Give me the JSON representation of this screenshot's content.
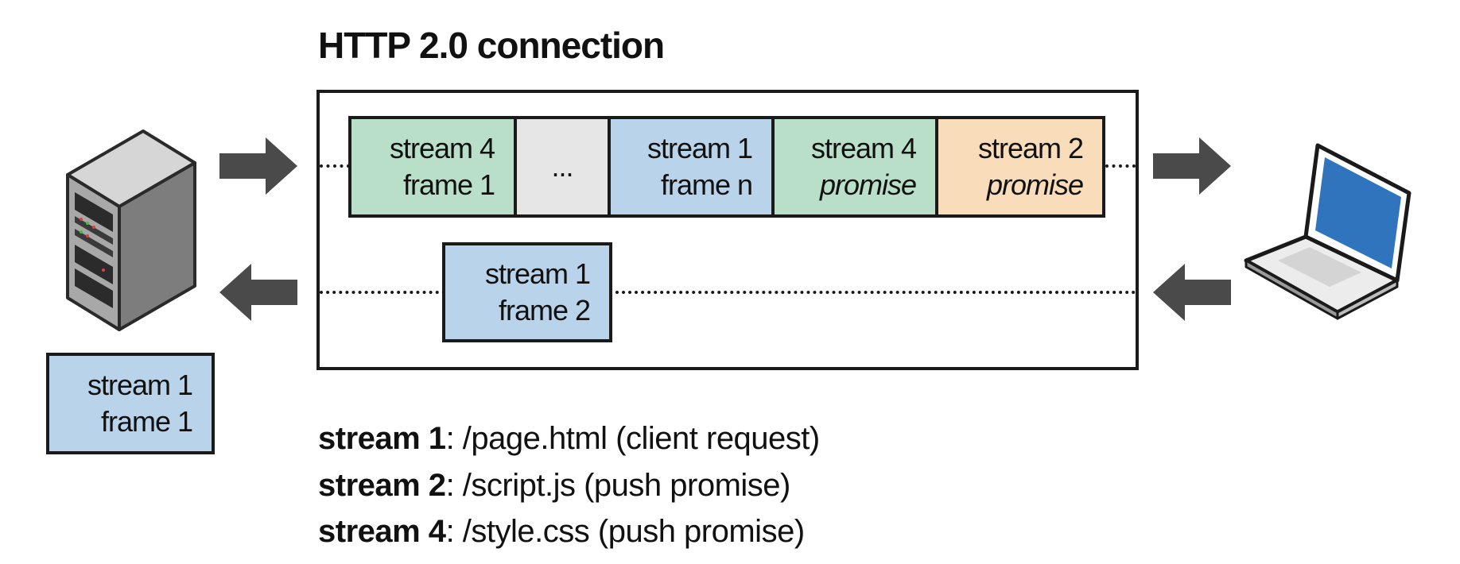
{
  "title": "HTTP 2.0 connection",
  "top_row": [
    {
      "line1": "stream 4",
      "line2": "frame 1",
      "italic2": false,
      "color": "#b9dfc8"
    },
    {
      "line1": "...",
      "line2": "",
      "italic2": false,
      "color": "#e6e6e6"
    },
    {
      "line1": "stream 1",
      "line2": "frame n",
      "italic2": false,
      "color": "#b9d3ea"
    },
    {
      "line1": "stream 4",
      "line2": "promise",
      "italic2": true,
      "color": "#b9dfc8"
    },
    {
      "line1": "stream 2",
      "line2": "promise",
      "italic2": true,
      "color": "#f9dcb9"
    }
  ],
  "bottom_row": {
    "line1": "stream 1",
    "line2": "frame 2",
    "color": "#b9d3ea"
  },
  "server_frame": {
    "line1": "stream 1",
    "line2": "frame 1",
    "color": "#b9d3ea"
  },
  "legend": [
    {
      "stream": "stream 1",
      "desc": ": /page.html  (client request)"
    },
    {
      "stream": "stream 2",
      "desc": ": /script.js  (push promise)"
    },
    {
      "stream": "stream 4",
      "desc": ": /style.css  (push promise)"
    }
  ],
  "icons": {
    "server": "server-icon",
    "client": "laptop-icon"
  },
  "colors": {
    "arrow": "#4a4a4a",
    "border": "#1a1a1a",
    "laptop_screen": "#2f74bd"
  }
}
